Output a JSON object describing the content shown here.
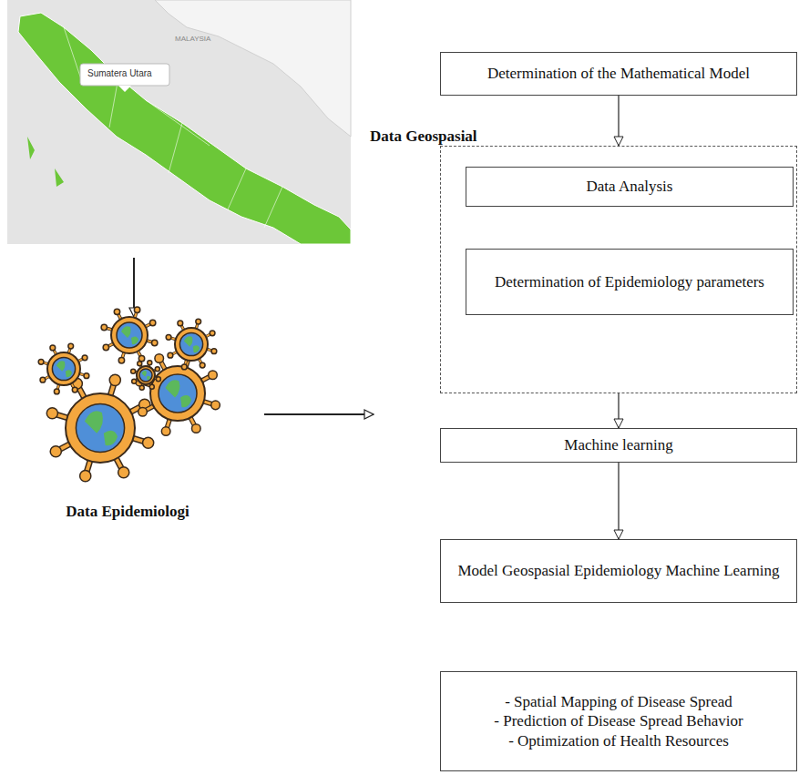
{
  "diagram": {
    "nodes": [
      {
        "text": [
          "Determination of the Mathematical Model"
        ]
      },
      {
        "text": []
      },
      {
        "text": [
          "Data Analysis"
        ],
        "in": 1
      },
      {
        "text": [
          "Determination of Epidemiology parameters"
        ],
        "in": 1
      },
      {
        "text": [
          "Machine learning"
        ]
      },
      {
        "text": [
          "Model Geospasial Epidemiology Machine Learning"
        ]
      },
      {
        "text": [
          "- Spatial Mapping of Disease Spread",
          "- Prediction of Disease Spread Behavior",
          "- Optimization of Health Resources"
        ]
      }
    ],
    "edges": [
      {
        "from": 0,
        "to": 1,
        "arrow": "to"
      },
      {
        "from": 1,
        "to": 4,
        "arrow": "to"
      },
      {
        "from": 4,
        "to": 5,
        "arrow": "to"
      }
    ],
    "labels": [
      "MALAYSIA",
      "Sumatera Utara",
      "Data Geospasial",
      "Data Epidemiologi"
    ]
  }
}
